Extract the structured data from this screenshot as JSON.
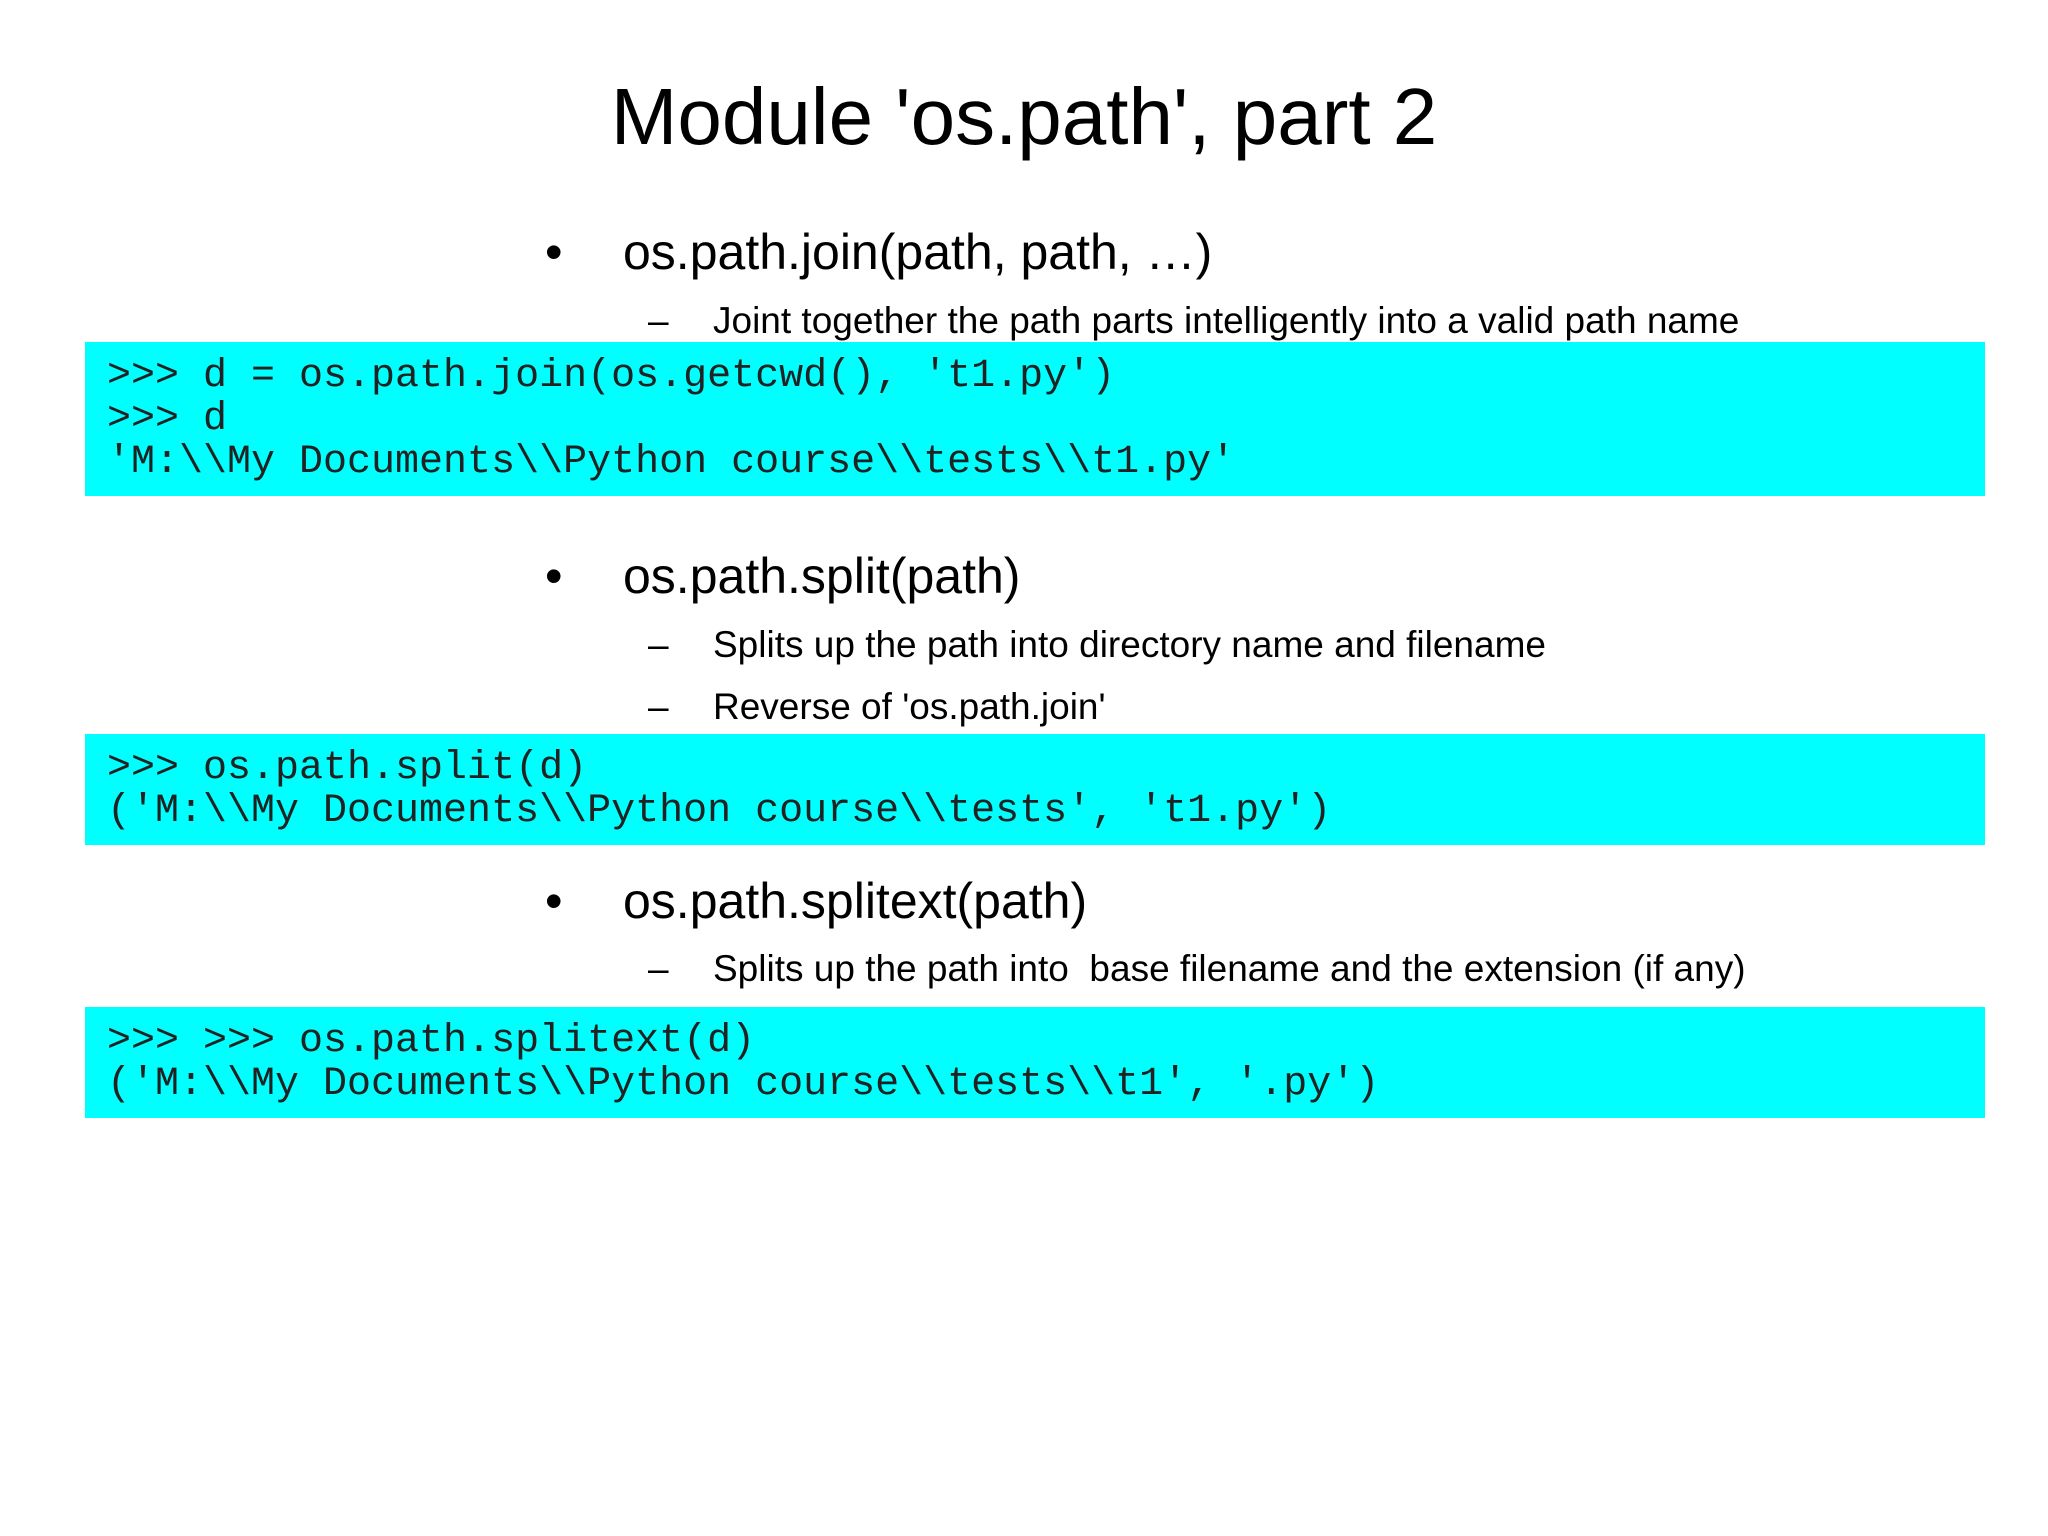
{
  "title": "Module 'os.path', part 2",
  "sections": [
    {
      "bullet": "os.path.join(path, path, …)",
      "subs": [
        "Joint together the path parts intelligently into a valid path name"
      ],
      "code": [
        ">>> d = os.path.join(os.getcwd(), 't1.py')",
        ">>> d",
        "'M:\\\\My Documents\\\\Python course\\\\tests\\\\t1.py'"
      ]
    },
    {
      "bullet": "os.path.split(path)",
      "subs": [
        "Splits up the path into directory name and filename",
        "Reverse of 'os.path.join'"
      ],
      "code": [
        ">>> os.path.split(d)",
        "('M:\\\\My Documents\\\\Python course\\\\tests', 't1.py')"
      ]
    },
    {
      "bullet": "os.path.splitext(path)",
      "subs": [
        "Splits up the path into  base filename and the extension (if any)"
      ],
      "code": [
        ">>> >>> os.path.splitext(d)",
        "('M:\\\\My Documents\\\\Python course\\\\tests\\\\t1', '.py')"
      ]
    }
  ],
  "bullet_glyph": "•",
  "dash_glyph": "–",
  "code_background": "#00ffff"
}
